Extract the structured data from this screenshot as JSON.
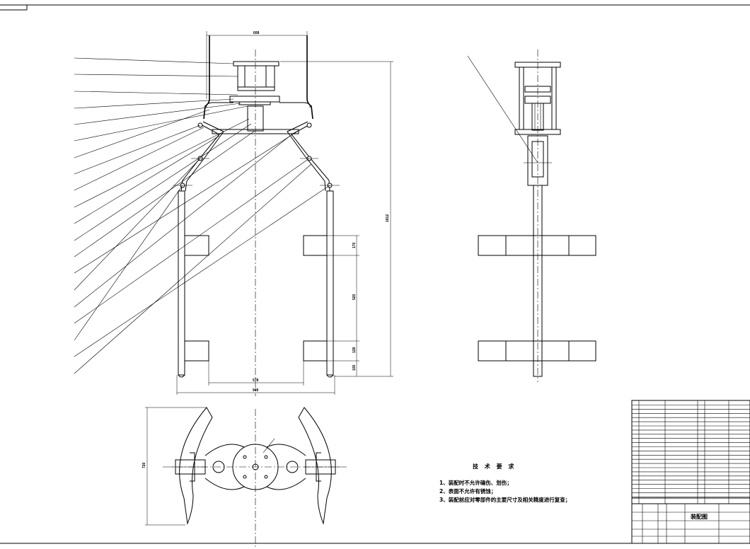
{
  "technical_requirements": {
    "title": "技 术 要 求",
    "items": [
      "1、装配时不允许磕伤、划伤；",
      "2、表面不允许有锈蚀；",
      "3、装配前应对零部件的主要尺寸及相关精度进行复查；"
    ]
  },
  "title_block": {
    "drawing_name": "装配图"
  },
  "dimensions": {
    "top_width": "608",
    "overall_height": "1912",
    "seg1": "170",
    "seg2": "520",
    "seg3": "128",
    "seg4": "100",
    "inner_width": "578",
    "outer_width": "949",
    "plan_height": "720"
  }
}
